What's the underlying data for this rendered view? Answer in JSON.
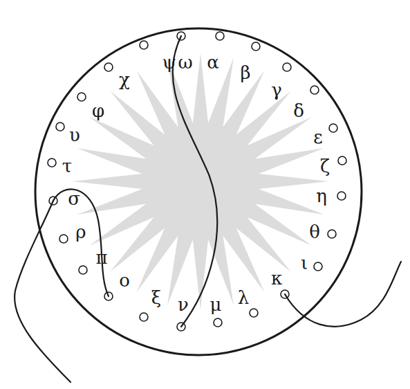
{
  "diagram": {
    "labels": [
      "ω",
      "α",
      "β",
      "γ",
      "δ",
      "ε",
      "ζ",
      "η",
      "θ",
      "ι",
      "κ",
      "λ",
      "μ",
      "ν",
      "ξ",
      "ο",
      "π",
      "ρ",
      "σ",
      "τ",
      "υ",
      "φ",
      "χ",
      "ψ"
    ]
  }
}
